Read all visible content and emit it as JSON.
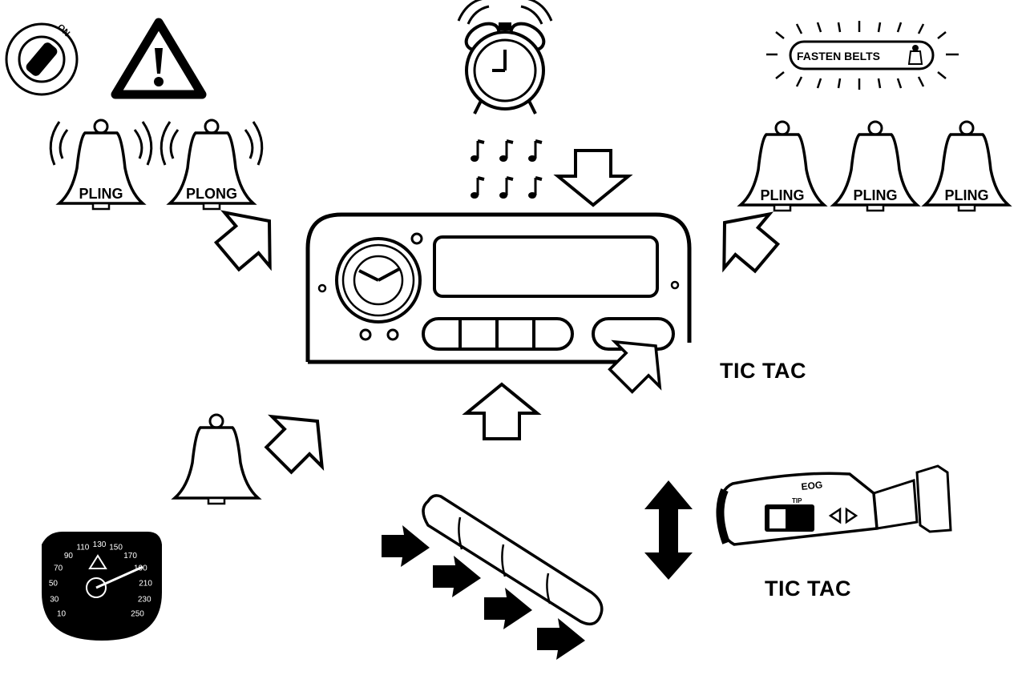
{
  "ignition_label": "ON",
  "belt_sign_label": "FASTEN BELTS",
  "bells_left": [
    "PLING",
    "PLONG"
  ],
  "bells_right": [
    "PLING",
    "PLING",
    "PLING"
  ],
  "tic_tac_top": "TIC TAC",
  "tic_tac_bottom": "TIC TAC",
  "speedometer_ticks": [
    "10",
    "30",
    "50",
    "70",
    "90",
    "110",
    "130",
    "150",
    "170",
    "190",
    "210",
    "230",
    "250"
  ],
  "stalk_labels": {
    "top": "EOG",
    "switch": "TIP"
  }
}
